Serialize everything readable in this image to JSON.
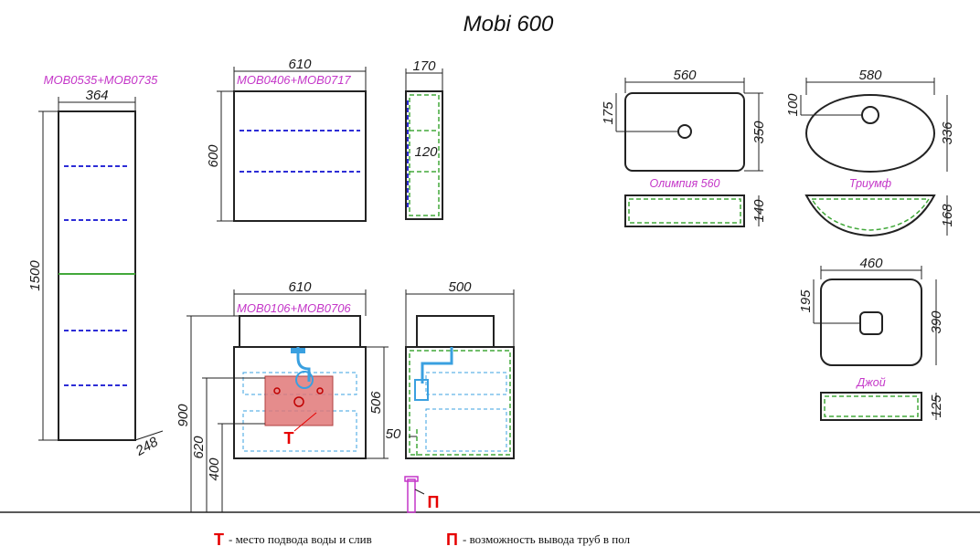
{
  "title": "Mobi 600",
  "column": {
    "code": "MOB0535+MOB0735",
    "width": "364",
    "height": "1500",
    "depth": "248"
  },
  "mirror": {
    "code": "MOB0406+MOB0717",
    "width": "610",
    "height": "600"
  },
  "mirror_side": {
    "depth": "170",
    "shelf": "120"
  },
  "vanity": {
    "code": "MOB0106+MOB0706",
    "width": "610",
    "total_height": "900",
    "outlet_height": "620",
    "inlet_height": "400",
    "body_height": "506",
    "marker": "Т"
  },
  "vanity_side": {
    "depth": "500",
    "offset": "50"
  },
  "floor_marker": "П",
  "basins": {
    "olympia": {
      "name": "Олимпия 560",
      "width": "560",
      "depth": "350",
      "drain_offset": "175",
      "height": "140"
    },
    "triumph": {
      "name": "Триумф",
      "width": "580",
      "depth": "336",
      "drain_offset": "100",
      "height": "168"
    },
    "joy": {
      "name": "Джой",
      "width": "460",
      "depth": "390",
      "drain_offset": "195",
      "height": "125"
    }
  },
  "legend": [
    {
      "mark": "Т",
      "text": "- место подвода воды и слив"
    },
    {
      "mark": "П",
      "text": "- возможность вывода труб в пол"
    }
  ],
  "colors": {
    "accent_magenta": "#c436c8",
    "hatch_blue": "#2d2dd6",
    "pipe_cyan": "#3aa0e0",
    "outline_green": "#42a83a",
    "marker_red": "#e60000",
    "connection_zone": "#e07878"
  }
}
